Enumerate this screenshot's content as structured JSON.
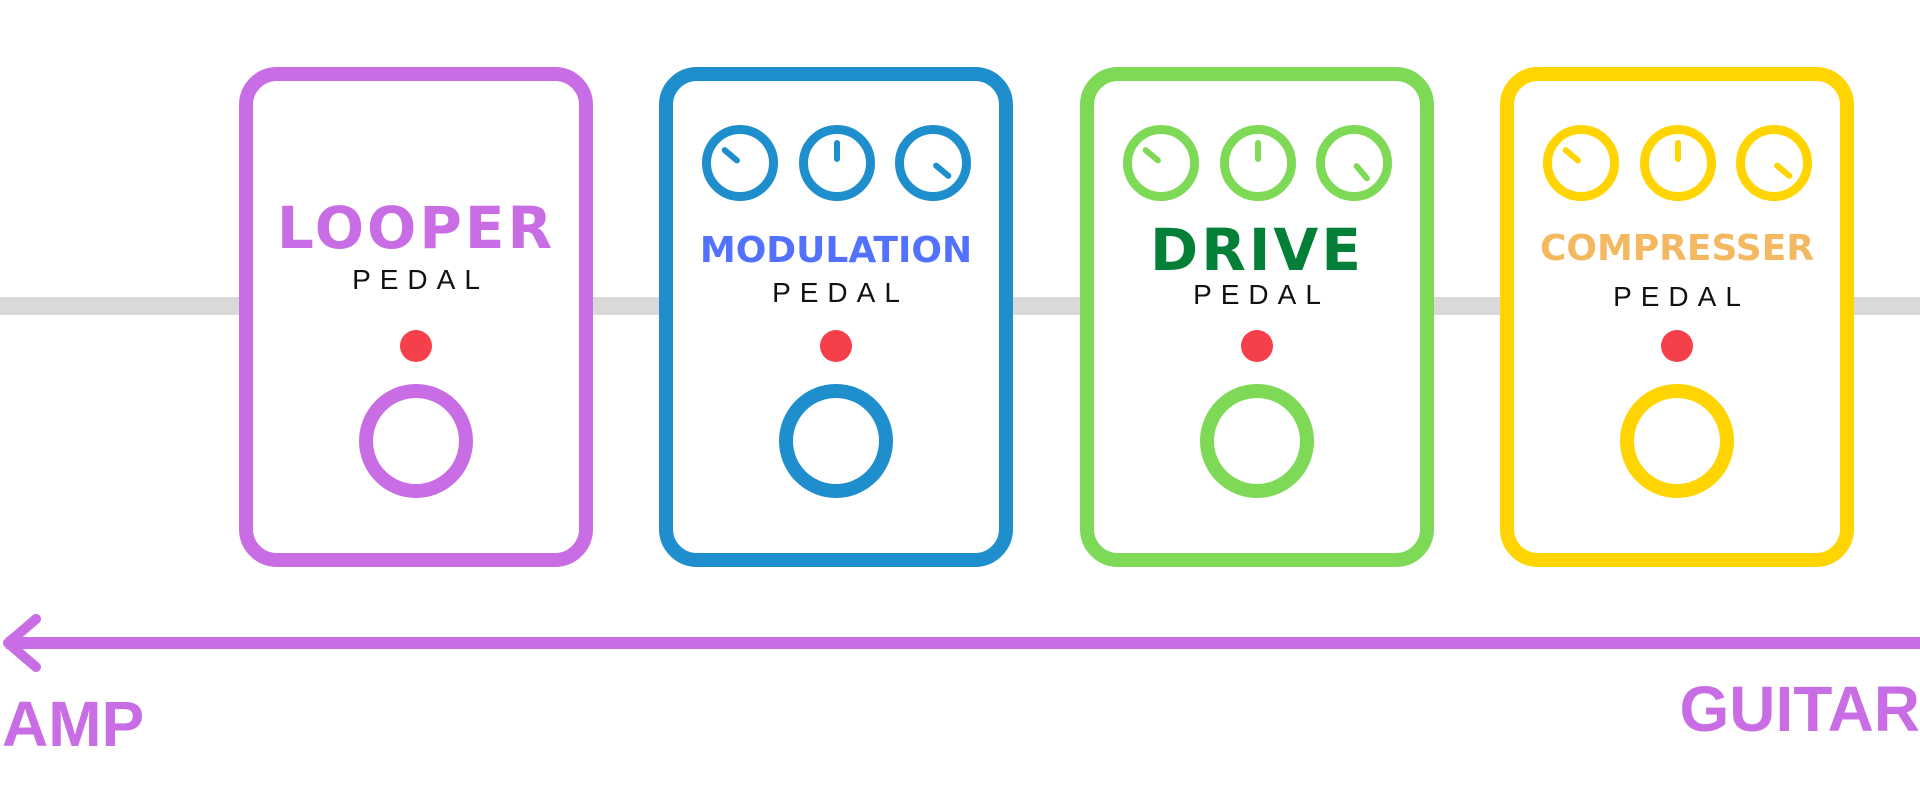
{
  "colors": {
    "cable": "#d9d9d9",
    "signal": "#c86de4",
    "led": "#f5404b"
  },
  "pedals": [
    {
      "title": "LOOPER",
      "subtitle": "PEDAL",
      "color": "#c86de4",
      "title_color": "#c86de4",
      "knobs": []
    },
    {
      "title": "MODULATION",
      "subtitle": "PEDAL",
      "color": "#1e8fcc",
      "title_color": "#5271ff",
      "knobs": [
        -50,
        0,
        130
      ]
    },
    {
      "title": "DRIVE",
      "subtitle": "PEDAL",
      "color": "#7ed957",
      "title_color": "#037f37",
      "knobs": [
        -50,
        0,
        140
      ]
    },
    {
      "title": "COMPRESSER",
      "subtitle": "PEDAL",
      "color": "#ffd400",
      "title_color": "#f4b860",
      "knobs": [
        -50,
        0,
        130
      ]
    }
  ],
  "signal_flow": {
    "start_label": "GUITAR",
    "end_label": "AMP",
    "direction": "right-to-left"
  }
}
